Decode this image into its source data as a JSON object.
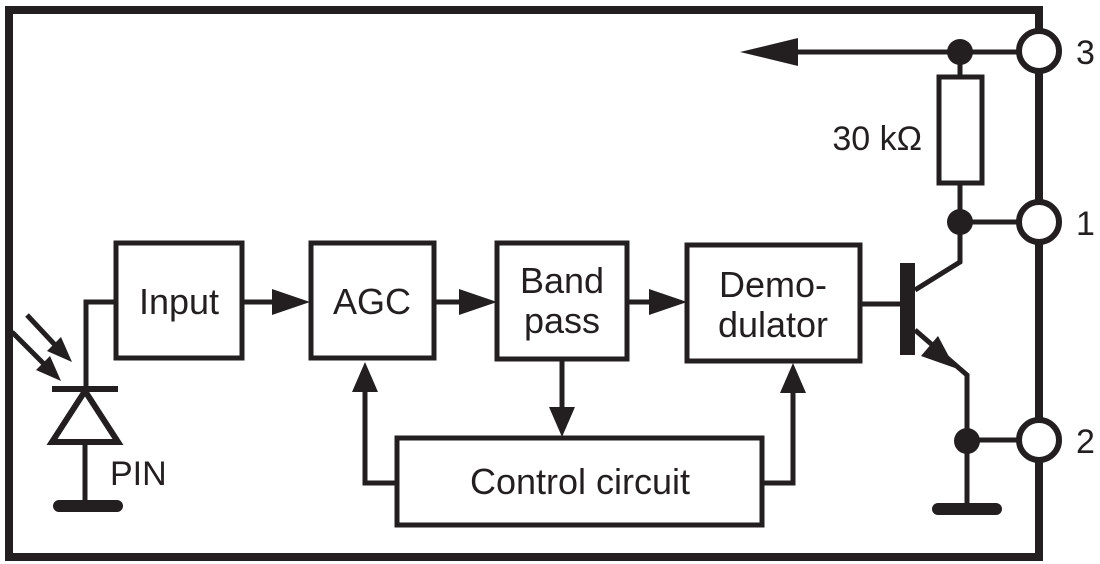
{
  "colors": {
    "line": "#231f20",
    "background": "#ffffff"
  },
  "blocks": {
    "input": {
      "label": "Input"
    },
    "agc": {
      "label": "AGC"
    },
    "band_pass": {
      "line1": "Band",
      "line2": "pass"
    },
    "demodulator": {
      "line1": "Demo-",
      "line2": "dulator"
    },
    "control_circuit": {
      "label": "Control circuit"
    }
  },
  "components": {
    "photodiode_label": "PIN",
    "resistor_label": "30 kΩ"
  },
  "pins": {
    "pin3": "3",
    "pin1": "1",
    "pin2": "2"
  }
}
